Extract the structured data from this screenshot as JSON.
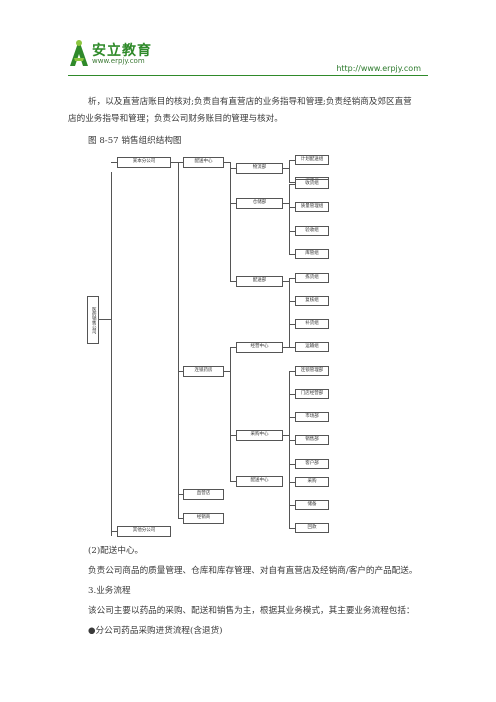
{
  "header": {
    "logo_title": "安立教育",
    "logo_url": "www.erpjy.com",
    "site_url": "http://www.erpjy.com"
  },
  "intro": {
    "line1": "析，以及直营店账目的核对;负责自有直营店的业务指导和管理;负责经销商及郊区直营",
    "line2": "店的业务指导和管理；负责公司财务账目的管理与核对。",
    "caption": "图 8-57 销售组织结构图"
  },
  "org_chart": {
    "root": "医药销售公司",
    "level1": [
      "某本分公司",
      "其他分公司"
    ],
    "level2": [
      "配送中心",
      "连锁药房",
      "直营店",
      "经销商"
    ],
    "distribution": {
      "departments": [
        "物流部",
        "仓储部",
        "配送部"
      ],
      "logistics_units": [
        "计划配送组",
        "调度组"
      ],
      "storage_units": [
        "收货组",
        "质量管理组",
        "验收组",
        "库管组"
      ],
      "delivery_units": [
        "拣货组",
        "复核组",
        "补货组",
        "运输组"
      ]
    },
    "chain": {
      "centers": [
        "经营中心",
        "采购中心",
        "配送中心"
      ],
      "operation_units": [
        "连锁管理部",
        "门店经营部",
        "市场部",
        "销售部",
        "客户部"
      ],
      "purchase_units": [
        "采购",
        "储备",
        "回款"
      ]
    }
  },
  "body": {
    "section_heading": "(2)配送中心。",
    "section_text": "负责公司商品的质量管理、仓库和库存管理、对自有直营店及经销商/客户的产品配送。",
    "flow_heading": "3.业务流程",
    "flow_text": "该公司主要以药品的采购、配送和销售为主，根据其业务模式，其主要业务流程包括：",
    "flow_item": "●分公司药品采购进货流程(含退货)"
  },
  "colors": {
    "brand_green": "#2f8a2a",
    "line_gray": "#555555"
  }
}
